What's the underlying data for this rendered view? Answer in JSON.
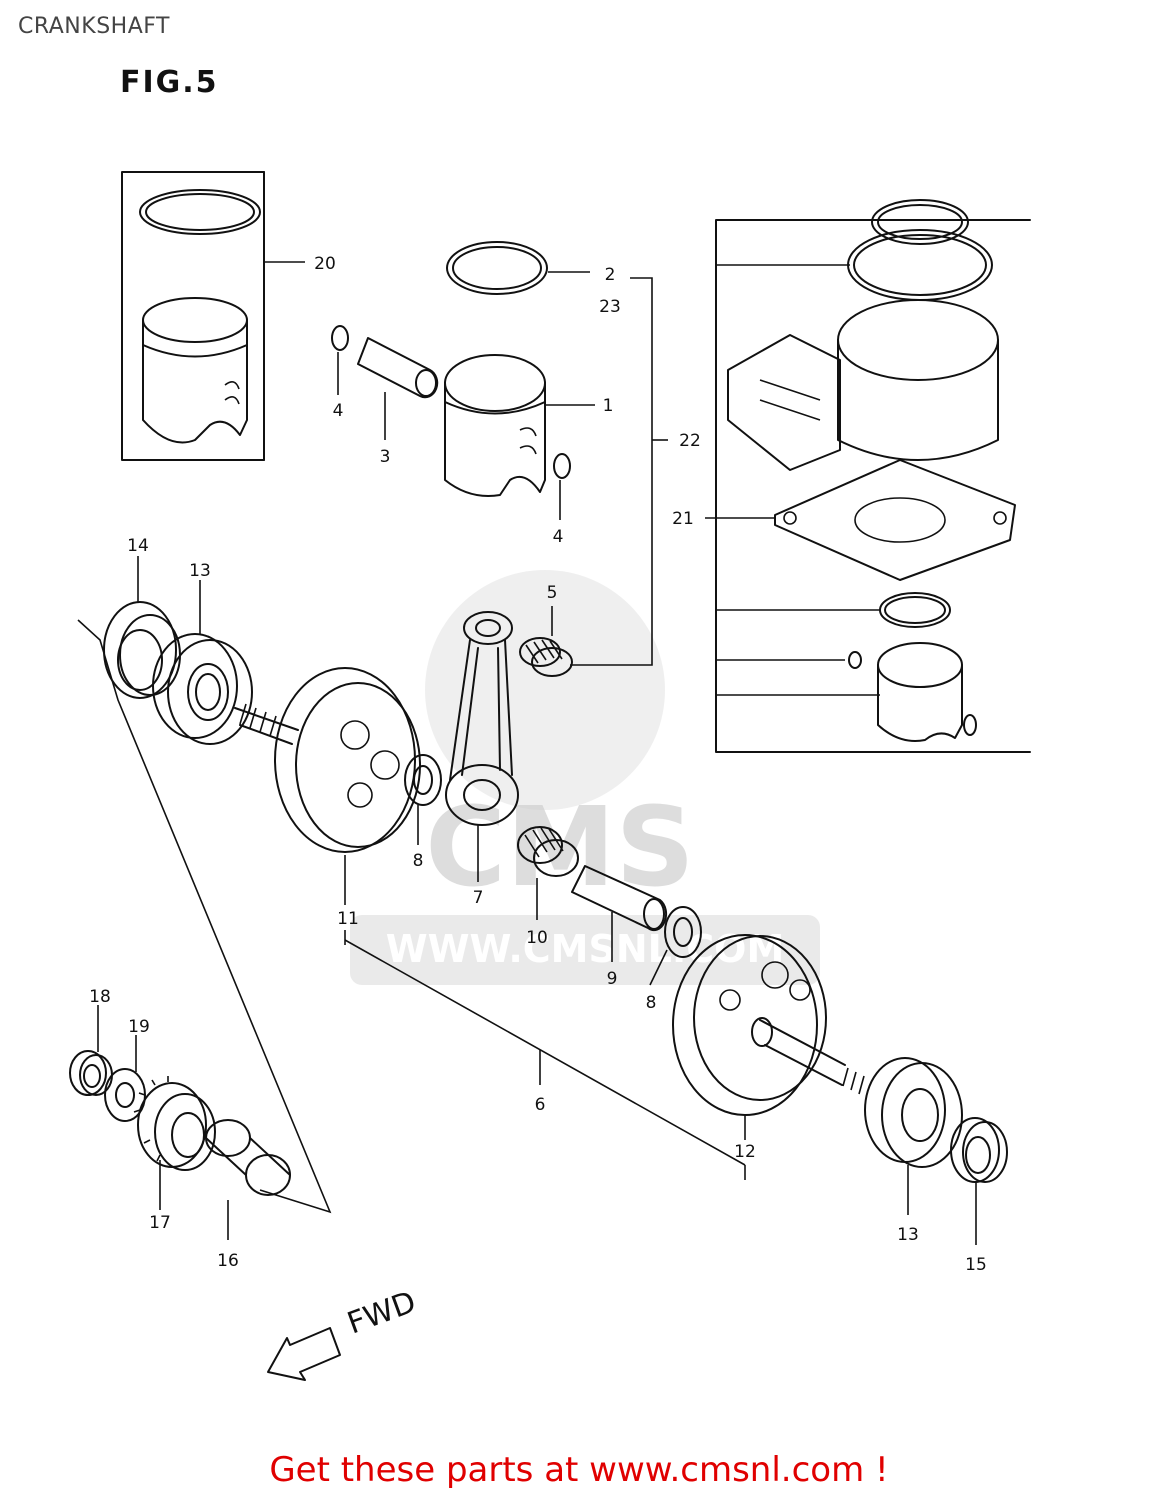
{
  "header": {
    "title": "CRANKSHAFT",
    "figure": "FIG.5"
  },
  "callouts": {
    "c1": "1",
    "c2": "2",
    "c3": "3",
    "c4a": "4",
    "c4b": "4",
    "c5": "5",
    "c6": "6",
    "c7": "7",
    "c8a": "8",
    "c8b": "8",
    "c9": "9",
    "c10": "10",
    "c11": "11",
    "c12": "12",
    "c13a": "13",
    "c13b": "13",
    "c14": "14",
    "c15": "15",
    "c16": "16",
    "c17": "17",
    "c18": "18",
    "c19": "19",
    "c20": "20",
    "c21": "21",
    "c22": "22",
    "c23": "23"
  },
  "direction_label": "FWD",
  "watermark": {
    "logo": "CMS",
    "url": "WWW.CMSNL.COM"
  },
  "footer": {
    "cta": "Get these parts at www.cmsnl.com !"
  },
  "colors": {
    "cta": "#e00000",
    "lines": "#111111",
    "watermark": "#d0d0d0"
  }
}
